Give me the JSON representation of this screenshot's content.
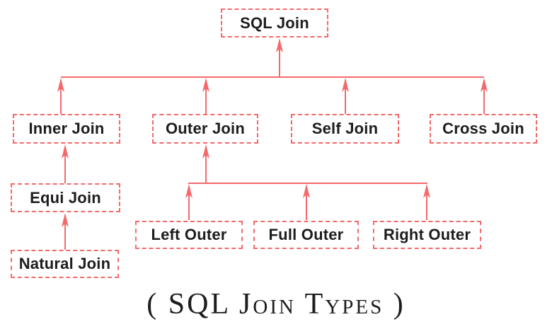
{
  "caption": "( SQL Join Types )",
  "colors": {
    "accent": "#f4696b",
    "text": "#1d1d1f",
    "canvas": "#ffffff"
  },
  "nodes": {
    "sql_join": {
      "label": "SQL Join"
    },
    "inner_join": {
      "label": "Inner Join"
    },
    "outer_join": {
      "label": "Outer Join"
    },
    "self_join": {
      "label": "Self Join"
    },
    "cross_join": {
      "label": "Cross Join"
    },
    "equi_join": {
      "label": "Equi Join"
    },
    "natural_join": {
      "label": "Natural Join"
    },
    "left_outer": {
      "label": "Left Outer"
    },
    "full_outer": {
      "label": "Full Outer"
    },
    "right_outer": {
      "label": "Right Outer"
    }
  },
  "edges": [
    {
      "from": "Inner Join",
      "to": "SQL Join"
    },
    {
      "from": "Outer Join",
      "to": "SQL Join"
    },
    {
      "from": "Self Join",
      "to": "SQL Join"
    },
    {
      "from": "Cross Join",
      "to": "SQL Join"
    },
    {
      "from": "Equi Join",
      "to": "Inner Join"
    },
    {
      "from": "Natural Join",
      "to": "Equi Join"
    },
    {
      "from": "Left Outer",
      "to": "Outer Join"
    },
    {
      "from": "Full Outer",
      "to": "Outer Join"
    },
    {
      "from": "Right Outer",
      "to": "Outer Join"
    }
  ]
}
